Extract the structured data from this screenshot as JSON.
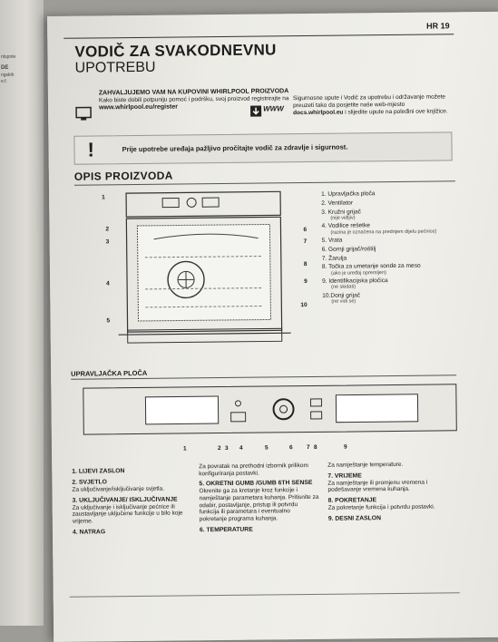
{
  "prev_page": {
    "lines": [
      "ntspnte",
      "DE",
      "ngskih",
      "e.f."
    ]
  },
  "header": {
    "page": "HR 19",
    "title_line1": "VODIČ ZA SVAKODNEVNU",
    "title_line2": "UPOTREBU"
  },
  "thanks": {
    "title": "ZAHVALJUJEMO VAM NA KUPOVINI WHIRLPOOL PROIZVODA",
    "body": "Kako biste dobili potpuniju pomoć i podršku, svoj proizvod registrirajte na",
    "url": "www.whirlpool.eu/register"
  },
  "web": {
    "label": "WWW",
    "body": "Sigurnosne upute i Vodič za upotrebu i održavanje možete preuzeti tako da posjetite naše web-mjesto",
    "url": "docs.whirlpool.eu",
    "tail": "i slijedite upute na poleđini ove knjižice."
  },
  "warning": {
    "symbol": "!",
    "text": "Prije upotrebe uređaja pažljivo pročitajte vodič za zdravlje i sigurnost."
  },
  "description": {
    "title": "OPIS PROIZVODA",
    "callouts": [
      "1",
      "2",
      "3",
      "4",
      "5",
      "6",
      "7",
      "8",
      "9",
      "10"
    ],
    "parts": [
      {
        "label": "1. Upravljačka ploča",
        "note": ""
      },
      {
        "label": "2. Ventilator",
        "note": ""
      },
      {
        "label": "3. Kružni grijač",
        "note": "(nije vidljiv)"
      },
      {
        "label": "4. Vodilice rešetke",
        "note": "(razina je označena na prednjem dijelu pećnice)"
      },
      {
        "label": "5. Vrata",
        "note": ""
      },
      {
        "label": "6. Gornji grijač/roštilj",
        "note": ""
      },
      {
        "label": "7. Žarulja",
        "note": ""
      },
      {
        "label": "8. Točka za umetanje sonde za meso",
        "note": "(ako je uređaj opremljen)"
      },
      {
        "label": "9. Identifikacijska pločica",
        "note": "(ne skidati)"
      },
      {
        "label": "10.Donji grijač",
        "note": "(ne vidi se)"
      }
    ]
  },
  "control_panel": {
    "title": "UPRAVLJAČKA PLOČA",
    "numbers": [
      "1",
      "2",
      "3",
      "4",
      "5",
      "6",
      "7",
      "8",
      "9"
    ],
    "col1": [
      {
        "h": "1. LIJEVI ZASLON",
        "t": ""
      },
      {
        "h": "2. SVJETLO",
        "t": "Za uključivanje/isključivanje svjetla."
      },
      {
        "h": "3. UKLJUČIVANJE/ ISKLJUČIVANJE",
        "t": "Za uključivanje i isključivanje pećnice ili zaustavljanje uključene funkcije u bilo koje vrijeme."
      },
      {
        "h": "4. NATRAG",
        "t": ""
      }
    ],
    "col2": [
      {
        "h": "",
        "t": "Za povratak na prethodni izbornik prilikom konfiguriranja postavki."
      },
      {
        "h": "5. OKRETNI GUMB /GUMB 6TH SENSE",
        "t": "Okrenite ga za kretanje kroz funkcije i namještanje parametara kuhanja. Pritisnite za odabir, postavljanje, pristup ili potvrdu funkcija ili parametara i eventualno pokretanje programa kuhanja."
      },
      {
        "h": "6. TEMPERATURE",
        "t": ""
      }
    ],
    "col3": [
      {
        "h": "",
        "t": "Za namještanje temperature."
      },
      {
        "h": "7. VRIJEME",
        "t": "Za namještanje ili promjenu vremena i podešavanje vremena kuhanja."
      },
      {
        "h": "8. POKRETANJE",
        "t": "Za pokretanje funkcija i potvrdu postavki."
      },
      {
        "h": "9. DESNI ZASLON",
        "t": ""
      }
    ]
  }
}
